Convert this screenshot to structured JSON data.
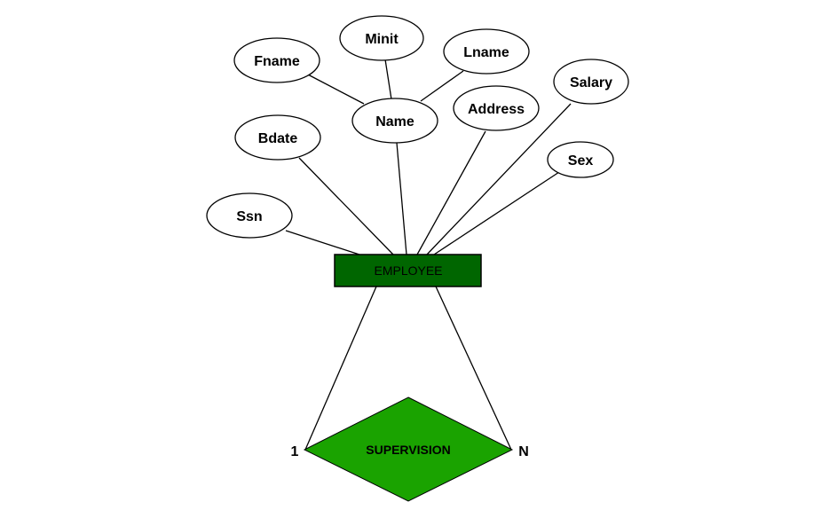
{
  "entity": {
    "label": "EMPLOYEE",
    "color": "#006600"
  },
  "relationship": {
    "label": "SUPERVISION",
    "color": "#1aa300"
  },
  "attributes": {
    "fname": "Fname",
    "minit": "Minit",
    "lname": "Lname",
    "name": "Name",
    "address": "Address",
    "salary": "Salary",
    "sex": "Sex",
    "bdate": "Bdate",
    "ssn": "Ssn"
  },
  "cardinality": {
    "left": "1",
    "right": "N"
  }
}
